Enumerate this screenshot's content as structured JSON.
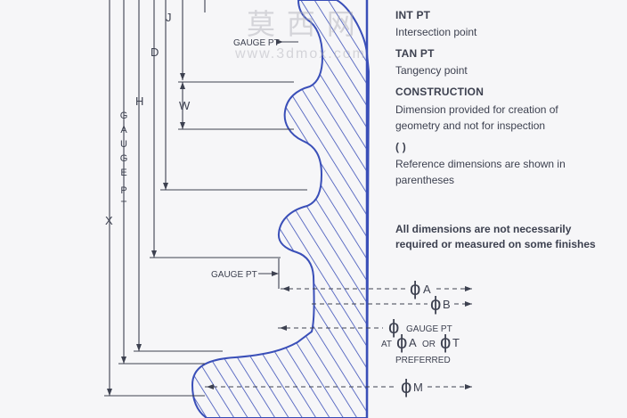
{
  "legend": [
    {
      "title": "INT PT",
      "desc": [
        "Intersection point"
      ]
    },
    {
      "title": "TAN PT",
      "desc": [
        "Tangency point"
      ]
    },
    {
      "title": "CONSTRUCTION",
      "desc": [
        "Dimension provided for creation of",
        "geometry and not for inspection"
      ]
    },
    {
      "title": "( )",
      "desc": [
        "Reference dimensions are shown in",
        "parentheses"
      ]
    }
  ],
  "note": [
    "All dimensions are not necessarily",
    "required or measured on some finishes"
  ],
  "dimensions": {
    "J": "J",
    "D": "D",
    "W": "W",
    "H": "H",
    "X": "X",
    "gauge_pt_vertical": [
      "G",
      "A",
      "U",
      "G",
      "E",
      "P",
      "T"
    ],
    "gauge_pt_top": "GAUGE PT",
    "gauge_pt_mid": "GAUGE PT",
    "phi": "ϕ",
    "phi_a": "A",
    "phi_b": "B",
    "phi_gauge": "GAUGE PT",
    "at": "AT",
    "or": "OR",
    "phi_t": "T",
    "preferred": "PREFERRED",
    "phi_m": "M"
  },
  "watermark": {
    "chinese": "莫 西 网",
    "url": "www.3dmox.com"
  },
  "colors": {
    "outline": "#3a4fb8",
    "dim": "#3d4150",
    "background": "#f6f6f8"
  }
}
